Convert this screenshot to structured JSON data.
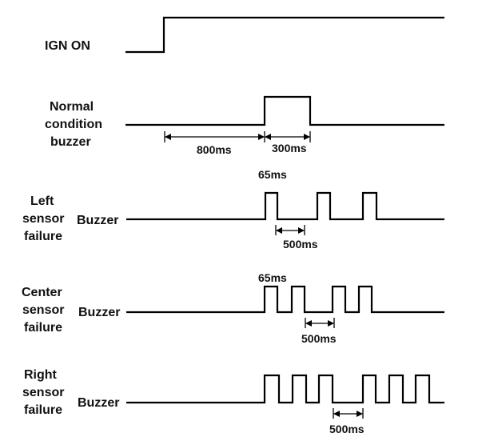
{
  "diagram": {
    "ign": {
      "label": "IGN ON"
    },
    "normal": {
      "label_lines": [
        "Normal",
        "condition",
        "buzzer"
      ],
      "dim_1": "800ms",
      "dim_2": "300ms"
    },
    "left": {
      "label_lines": [
        "Left",
        "sensor",
        "failure"
      ],
      "buzzer_label": "Buzzer",
      "pulse_label": "65ms",
      "period_label": "500ms"
    },
    "center": {
      "label_lines": [
        "Center",
        "sensor",
        "failure"
      ],
      "buzzer_label": "Buzzer",
      "pulse_label": "65ms",
      "period_label": "500ms"
    },
    "right": {
      "label_lines": [
        "Right",
        "sensor",
        "failure"
      ],
      "buzzer_label": "Buzzer",
      "period_label": "500ms"
    },
    "colors": {
      "line": "#000000",
      "text": "#111111",
      "background": "#ffffff"
    }
  }
}
